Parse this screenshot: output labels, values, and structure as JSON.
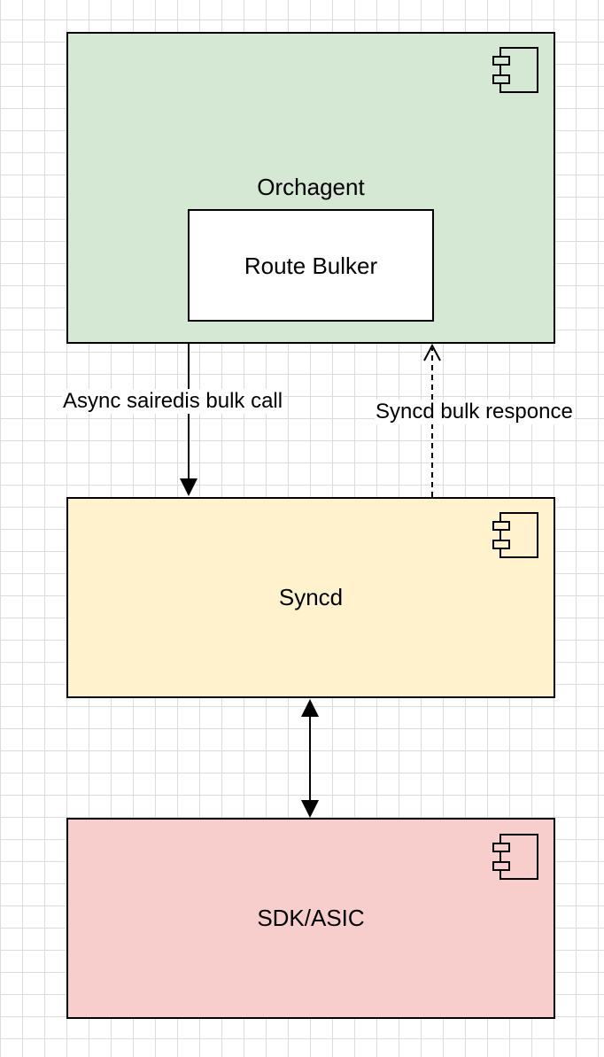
{
  "nodes": {
    "orchagent": {
      "label": "Orchagent",
      "fill": "#d5e8d4",
      "icon": "component-icon"
    },
    "route_bulker": {
      "label": "Route Bulker",
      "fill": "#ffffff"
    },
    "syncd": {
      "label": "Syncd",
      "fill": "#fff2cc",
      "icon": "component-icon"
    },
    "sdk_asic": {
      "label": "SDK/ASIC",
      "fill": "#f8cecc",
      "icon": "component-icon"
    }
  },
  "edges": {
    "bulk_call": {
      "label": "Async sairedis bulk call",
      "style": "solid",
      "from": "orchagent",
      "to": "syncd"
    },
    "bulk_response": {
      "label": "Syncd bulk responce",
      "style": "dashed",
      "from": "syncd",
      "to": "orchagent"
    },
    "syncd_sdk": {
      "label": "",
      "style": "solid-bidirectional",
      "from": "syncd",
      "to": "sdk_asic"
    }
  },
  "colors": {
    "stroke": "#000000",
    "grid": "#dcdcdc",
    "background": "#ffffff"
  }
}
